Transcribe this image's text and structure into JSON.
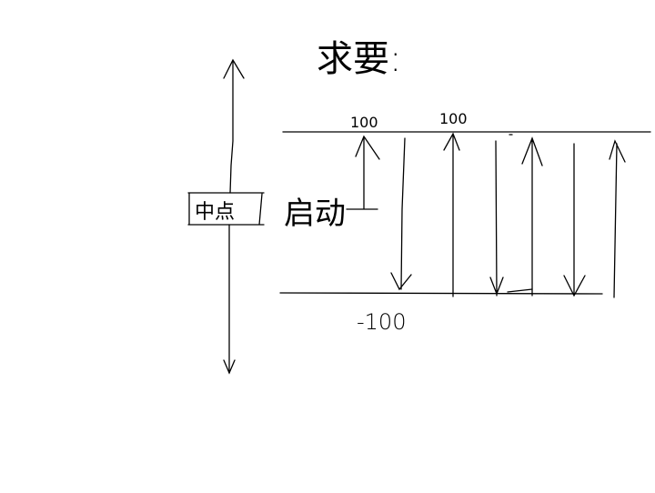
{
  "title": "求要:",
  "center_label": "中点",
  "start_label": "启动",
  "top_labels": [
    "100",
    "100"
  ],
  "bottom_label": "-100",
  "line_color": "#000000"
}
